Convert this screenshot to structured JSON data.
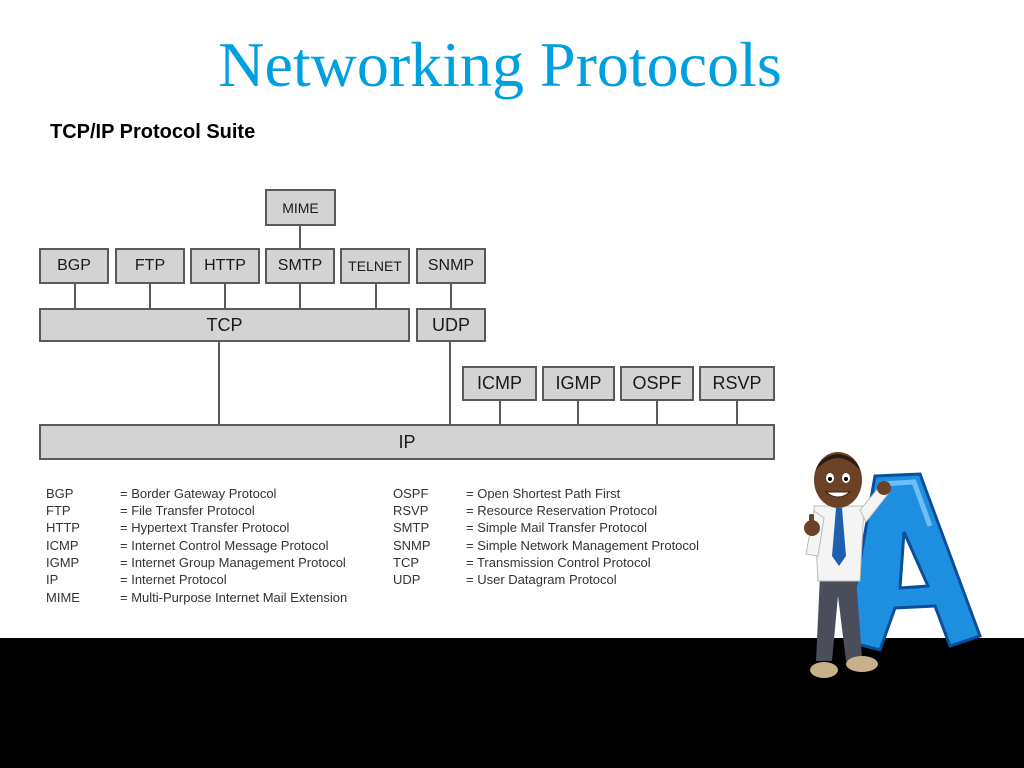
{
  "title": "Networking Protocols",
  "subtitle": "TCP/IP Protocol Suite",
  "diagram": {
    "application": [
      "BGP",
      "FTP",
      "HTTP",
      "SMTP",
      "TELNET",
      "SNMP"
    ],
    "mime": "MIME",
    "transport": [
      "TCP",
      "UDP"
    ],
    "network_aux": [
      "ICMP",
      "IGMP",
      "OSPF",
      "RSVP"
    ],
    "network": "IP"
  },
  "legend": {
    "left": [
      {
        "abbr": "BGP",
        "def": "= Border Gateway Protocol"
      },
      {
        "abbr": "FTP",
        "def": "= File Transfer Protocol"
      },
      {
        "abbr": "HTTP",
        "def": "= Hypertext Transfer Protocol"
      },
      {
        "abbr": "ICMP",
        "def": "= Internet Control Message Protocol"
      },
      {
        "abbr": "IGMP",
        "def": "= Internet Group Management Protocol"
      },
      {
        "abbr": "IP",
        "def": "= Internet Protocol"
      },
      {
        "abbr": "MIME",
        "def": "= Multi-Purpose Internet Mail Extension"
      }
    ],
    "right": [
      {
        "abbr": "OSPF",
        "def": "= Open Shortest Path First"
      },
      {
        "abbr": "RSVP",
        "def": "= Resource Reservation Protocol"
      },
      {
        "abbr": "SMTP",
        "def": "= Simple Mail Transfer Protocol"
      },
      {
        "abbr": "SNMP",
        "def": "= Simple Network Management Protocol"
      },
      {
        "abbr": "TCP",
        "def": "= Transmission Control Protocol"
      },
      {
        "abbr": "UDP",
        "def": "= User Datagram Protocol"
      }
    ]
  },
  "colors": {
    "title": "#00a0e0",
    "box_fill": "#d3d3d3",
    "box_border": "#5a5a5a",
    "bottom_bar": "#000000"
  },
  "illustration": "cartoon-man-leaning-on-blue-letter-a"
}
